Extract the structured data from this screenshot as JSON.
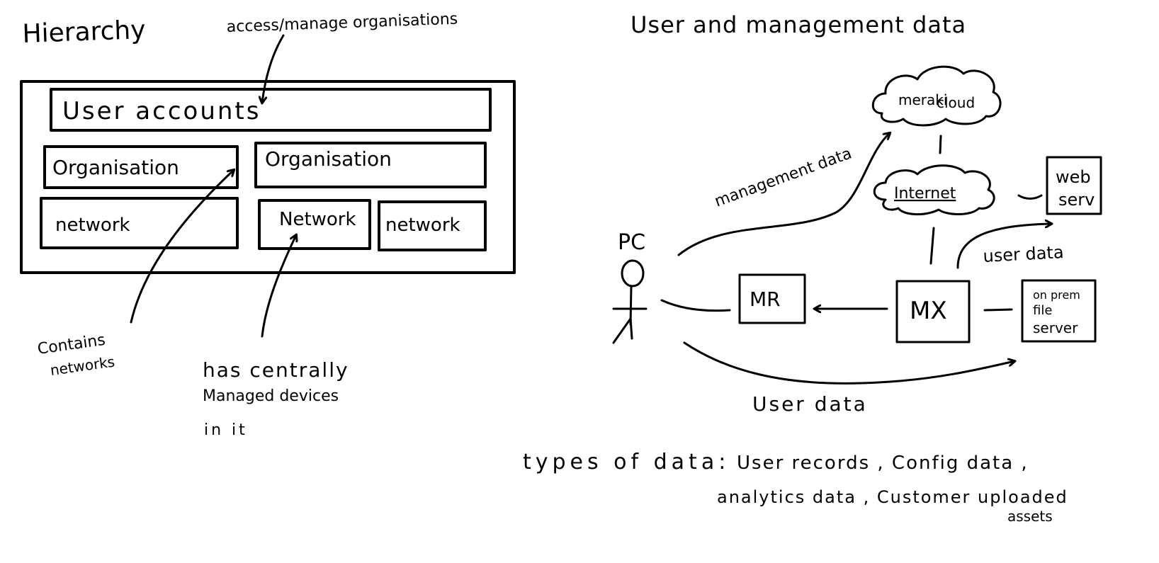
{
  "hierarchy": {
    "title": "Hierarchy",
    "access_note": "access/manage organisations",
    "user_accounts": "User accounts",
    "organisation_left": "Organisation",
    "organisation_right": "Organisation",
    "network_left": "network",
    "network_mid": "Network",
    "network_right": "network",
    "contains_note_line1": "Contains",
    "contains_note_line2": "networks",
    "devices_note_line1": "has centrally",
    "devices_note_line2": "Managed devices",
    "devices_note_line3": "in it"
  },
  "flow": {
    "title": "User and management data",
    "cloud_line1": "meraki",
    "cloud_line2": "cloud",
    "internet": "Internet",
    "web_line1": "web",
    "web_line2": "serv",
    "pc": "PC",
    "mr": "MR",
    "mx": "MX",
    "onprem_line1": "on prem",
    "onprem_line2": "file",
    "onprem_line3": "server",
    "management_data": "management data",
    "user_data_top": "user data",
    "user_data_bottom": "User data"
  },
  "types": {
    "label": "types of data:",
    "line1": "User records ,   Config data ,",
    "line2": "analytics data ,   Customer uploaded",
    "line3": "assets"
  },
  "colors": {
    "ink": "#000000",
    "paper": "#ffffff"
  }
}
